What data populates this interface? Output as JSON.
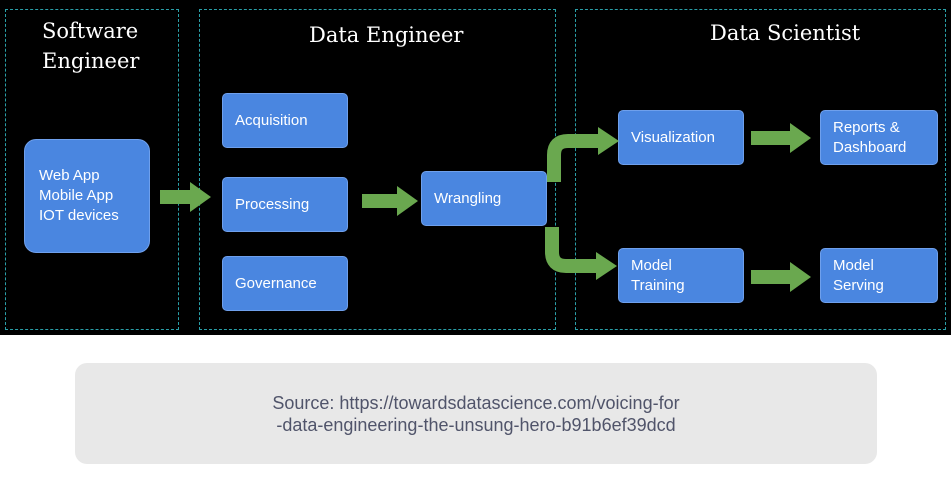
{
  "sections": {
    "software_engineer": "Software\nEngineer",
    "data_engineer": "Data Engineer",
    "data_scientist": "Data Scientist"
  },
  "nodes": {
    "sources": "Web App\nMobile App\nIOT devices",
    "acquisition": "Acquisition",
    "processing": "Processing",
    "governance": "Governance",
    "wrangling": "Wrangling",
    "visualization": "Visualization",
    "reports": "Reports &\nDashboard",
    "model_training": "Model\nTraining",
    "model_serving": "Model\nServing"
  },
  "caption": "Source: https://towardsdatascience.com/voicing-for\n-data-engineering-the-unsung-hero-b91b6ef39dcd",
  "colors": {
    "background": "#000000",
    "box": "#4a86e0",
    "arrow": "#6aa84f",
    "section_border": "#2a9fa8",
    "caption_bg": "#e8e8e8",
    "caption_text": "#50546a"
  }
}
